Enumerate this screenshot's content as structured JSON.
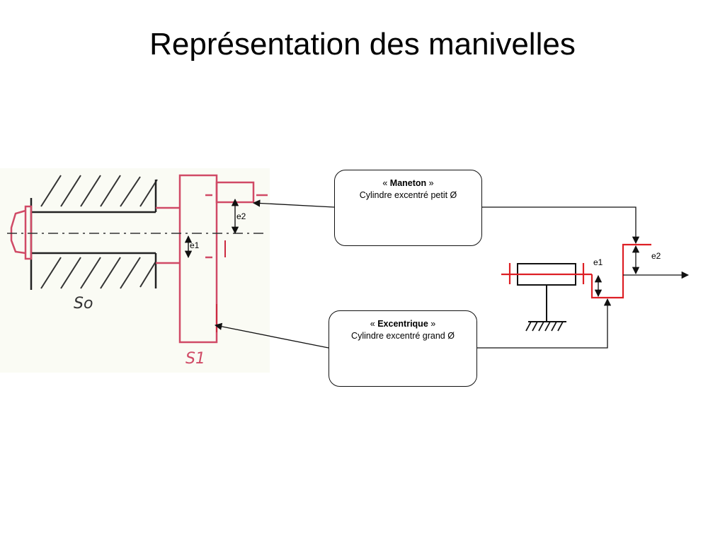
{
  "slide": {
    "title": "Représentation des manivelles"
  },
  "callouts": {
    "maneton": {
      "open_quote": "« ",
      "term": "Maneton",
      "close_quote": " »",
      "description": "Cylindre excentré petit Ø"
    },
    "excentrique": {
      "open_quote": "« ",
      "term": "Excentrique",
      "close_quote": " »",
      "description": "Cylindre excentré grand Ø"
    }
  },
  "sketch": {
    "labels": {
      "e1": "e1",
      "e2": "e2",
      "s0": "So",
      "s1": "S1"
    }
  },
  "schematic": {
    "labels": {
      "e1": "e1",
      "e2": "e2"
    }
  },
  "colors": {
    "crank_red": "#dd1f24",
    "sketch_pink": "#d04a66",
    "ink": "#111111",
    "sketch_bg": "#fafbf4"
  }
}
